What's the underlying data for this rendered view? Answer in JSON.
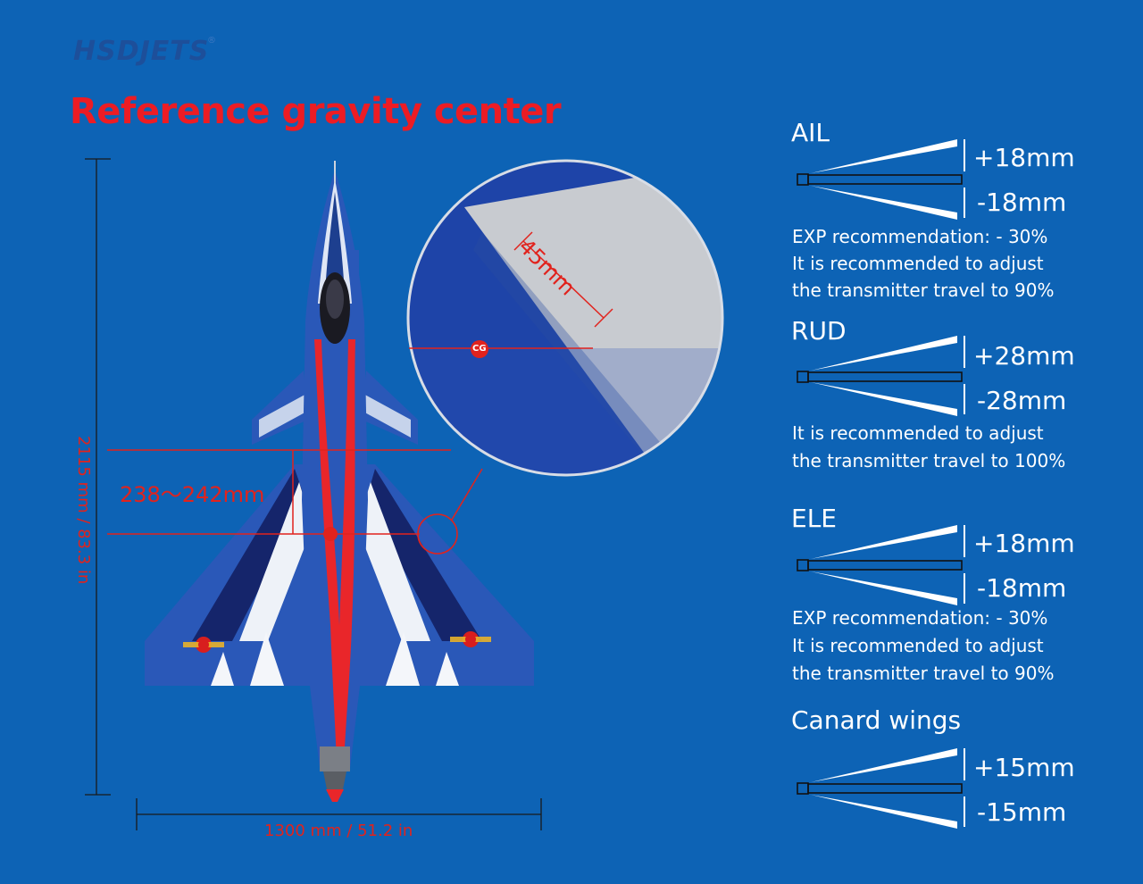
{
  "brand": {
    "name": "HSDJETS",
    "reg": "®"
  },
  "title": "Reference gravity center",
  "dimensions": {
    "cg_distance": "238～242mm",
    "length": "2115 mm / 83.3 in",
    "wingspan": "1300 mm / 51.2 in",
    "magnifier_distance": "45mm",
    "cg_marker": "CG"
  },
  "controls": [
    {
      "name": "AIL",
      "up": "+18mm",
      "down": "-18mm",
      "notes": [
        "EXP recommendation: - 30%",
        "It is recommended to adjust",
        "the transmitter travel to 90%"
      ]
    },
    {
      "name": "RUD",
      "up": "+28mm",
      "down": "-28mm",
      "notes": [
        "It is recommended to adjust",
        "the transmitter travel to 100%"
      ]
    },
    {
      "name": "ELE",
      "up": "+18mm",
      "down": "-18mm",
      "notes": [
        "EXP recommendation: - 30%",
        "It is recommended to adjust",
        "the transmitter travel to 90%"
      ]
    },
    {
      "name": "Canard wings",
      "up": "+15mm",
      "down": "-15mm",
      "notes": []
    }
  ],
  "colors": {
    "background": "#0d63b5",
    "accent_red": "#ec1c24",
    "jet_blue": "#1f4fb0",
    "jet_navy": "#15256b"
  }
}
